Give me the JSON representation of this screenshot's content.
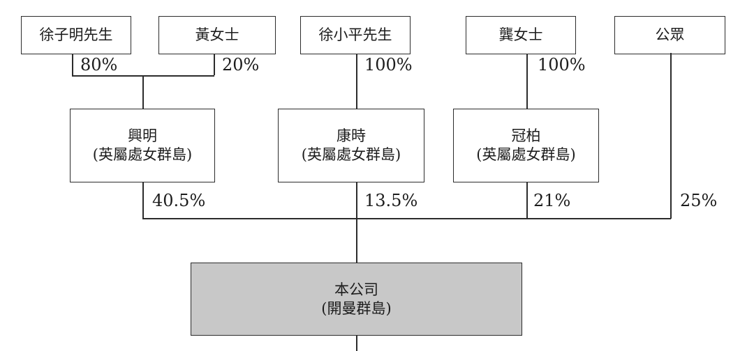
{
  "diagram": {
    "shareholders": [
      {
        "label": "徐子明先生"
      },
      {
        "label": "黃女士"
      },
      {
        "label": "徐小平先生"
      },
      {
        "label": "龔女士"
      },
      {
        "label": "公眾"
      }
    ],
    "top_ownership": [
      "80%",
      "20%",
      "100%",
      "100%"
    ],
    "holdcos": [
      {
        "name": "興明",
        "jurisdiction": "(英屬處女群島)"
      },
      {
        "name": "康時",
        "jurisdiction": "(英屬處女群島)"
      },
      {
        "name": "冠柏",
        "jurisdiction": "(英屬處女群島)"
      }
    ],
    "lower_ownership": [
      "40.5%",
      "13.5%",
      "21%",
      "25%"
    ],
    "company": {
      "name": "本公司",
      "jurisdiction": "(開曼群島)"
    },
    "colors": {
      "line": "#2b2b2b",
      "company_fill": "#c8c8c8",
      "text": "#1c1c1c",
      "box_bg": "#ffffff"
    }
  }
}
